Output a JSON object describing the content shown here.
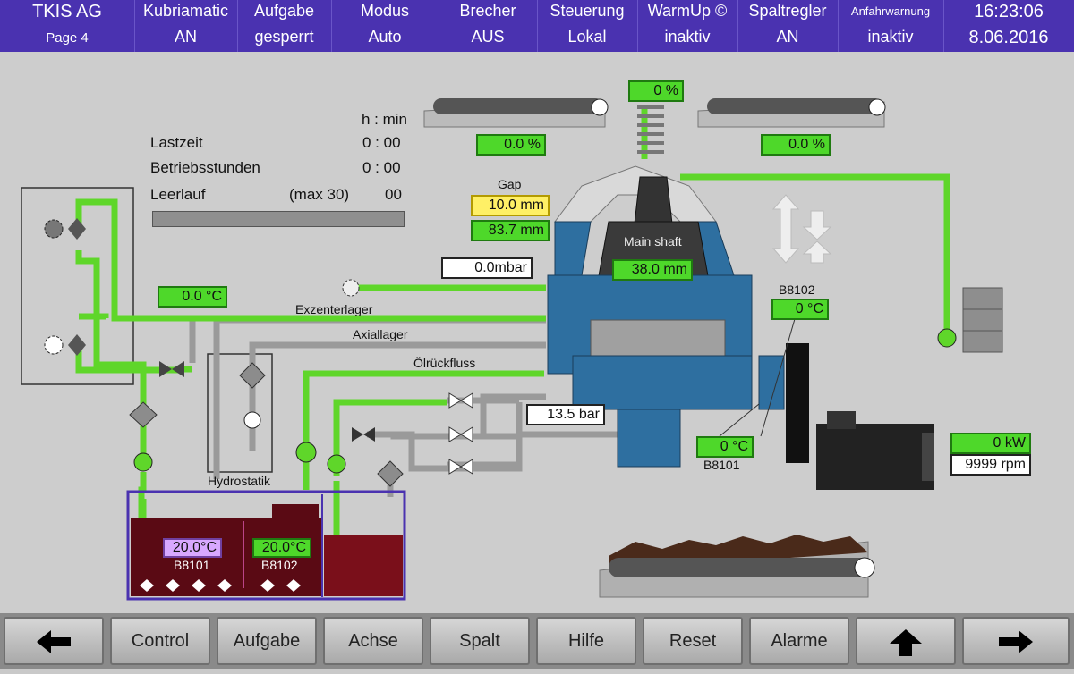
{
  "header": {
    "company": "TKIS AG",
    "page": "Page 4",
    "cells": [
      {
        "title": "Kubriamatic",
        "value": "AN"
      },
      {
        "title": "Aufgabe",
        "value": "gesperrt"
      },
      {
        "title": "Modus",
        "value": "Auto"
      },
      {
        "title": "Brecher",
        "value": "AUS"
      },
      {
        "title": "Steuerung",
        "value": "Lokal"
      },
      {
        "title": "WarmUp ©",
        "value": "inaktiv"
      },
      {
        "title": "Spaltregler",
        "value": "AN"
      },
      {
        "title": "Anfahrwarnung",
        "value": "inaktiv"
      }
    ],
    "time": "16:23:06",
    "date": "8.06.2016"
  },
  "stats": {
    "unit_header": "h : min",
    "lastzeit_label": "Lastzeit",
    "lastzeit_value": "0 : 00",
    "betrieb_label": "Betriebsstunden",
    "betrieb_value": "0 : 00",
    "leerlauf_label": "Leerlauf",
    "leerlauf_max": "(max 30)",
    "leerlauf_value": "00"
  },
  "values": {
    "top_center_pct": "0 %",
    "feeder_left_pct": "0.0 %",
    "feeder_right_pct": "0.0 %",
    "gap_label": "Gap",
    "gap_set": "10.0 mm",
    "gap_actual": "83.7 mm",
    "main_shaft_label": "Main shaft",
    "main_shaft_value": "38.0 mm",
    "pressure_mbar": "0.0mbar",
    "oil_temp": "0.0 °C",
    "exzenter_label": "Exzenterlager",
    "axial_label": "Axiallager",
    "ruckfluss_label": "Ölrückfluss",
    "pressure_bar": "13.5 bar",
    "b8102_label": "B8102",
    "b8102_temp": "0 °C",
    "b8101_label": "B8101",
    "b8101_temp": "0 °C",
    "power": "0 kW",
    "speed": "9999 rpm",
    "hydrostatik_label": "Hydrostatik",
    "tank_b8101_temp": "20.0°C",
    "tank_b8101_label": "B8101",
    "tank_b8102_temp": "20.0°C",
    "tank_b8102_label": "B8102"
  },
  "footer": {
    "control": "Control",
    "aufgabe": "Aufgabe",
    "achse": "Achse",
    "spalt": "Spalt",
    "hilfe": "Hilfe",
    "reset": "Reset",
    "alarme": "Alarme"
  },
  "icons": {
    "left": "arrow-left-icon",
    "up": "arrow-up-icon",
    "right": "arrow-right-icon"
  },
  "colors": {
    "header_bg": "#4a32b0",
    "line_green": "#5fd62a",
    "line_gray": "#9a9a9a",
    "crusher_blue": "#2e6fa0",
    "tank_red": "#7a0f1a"
  }
}
